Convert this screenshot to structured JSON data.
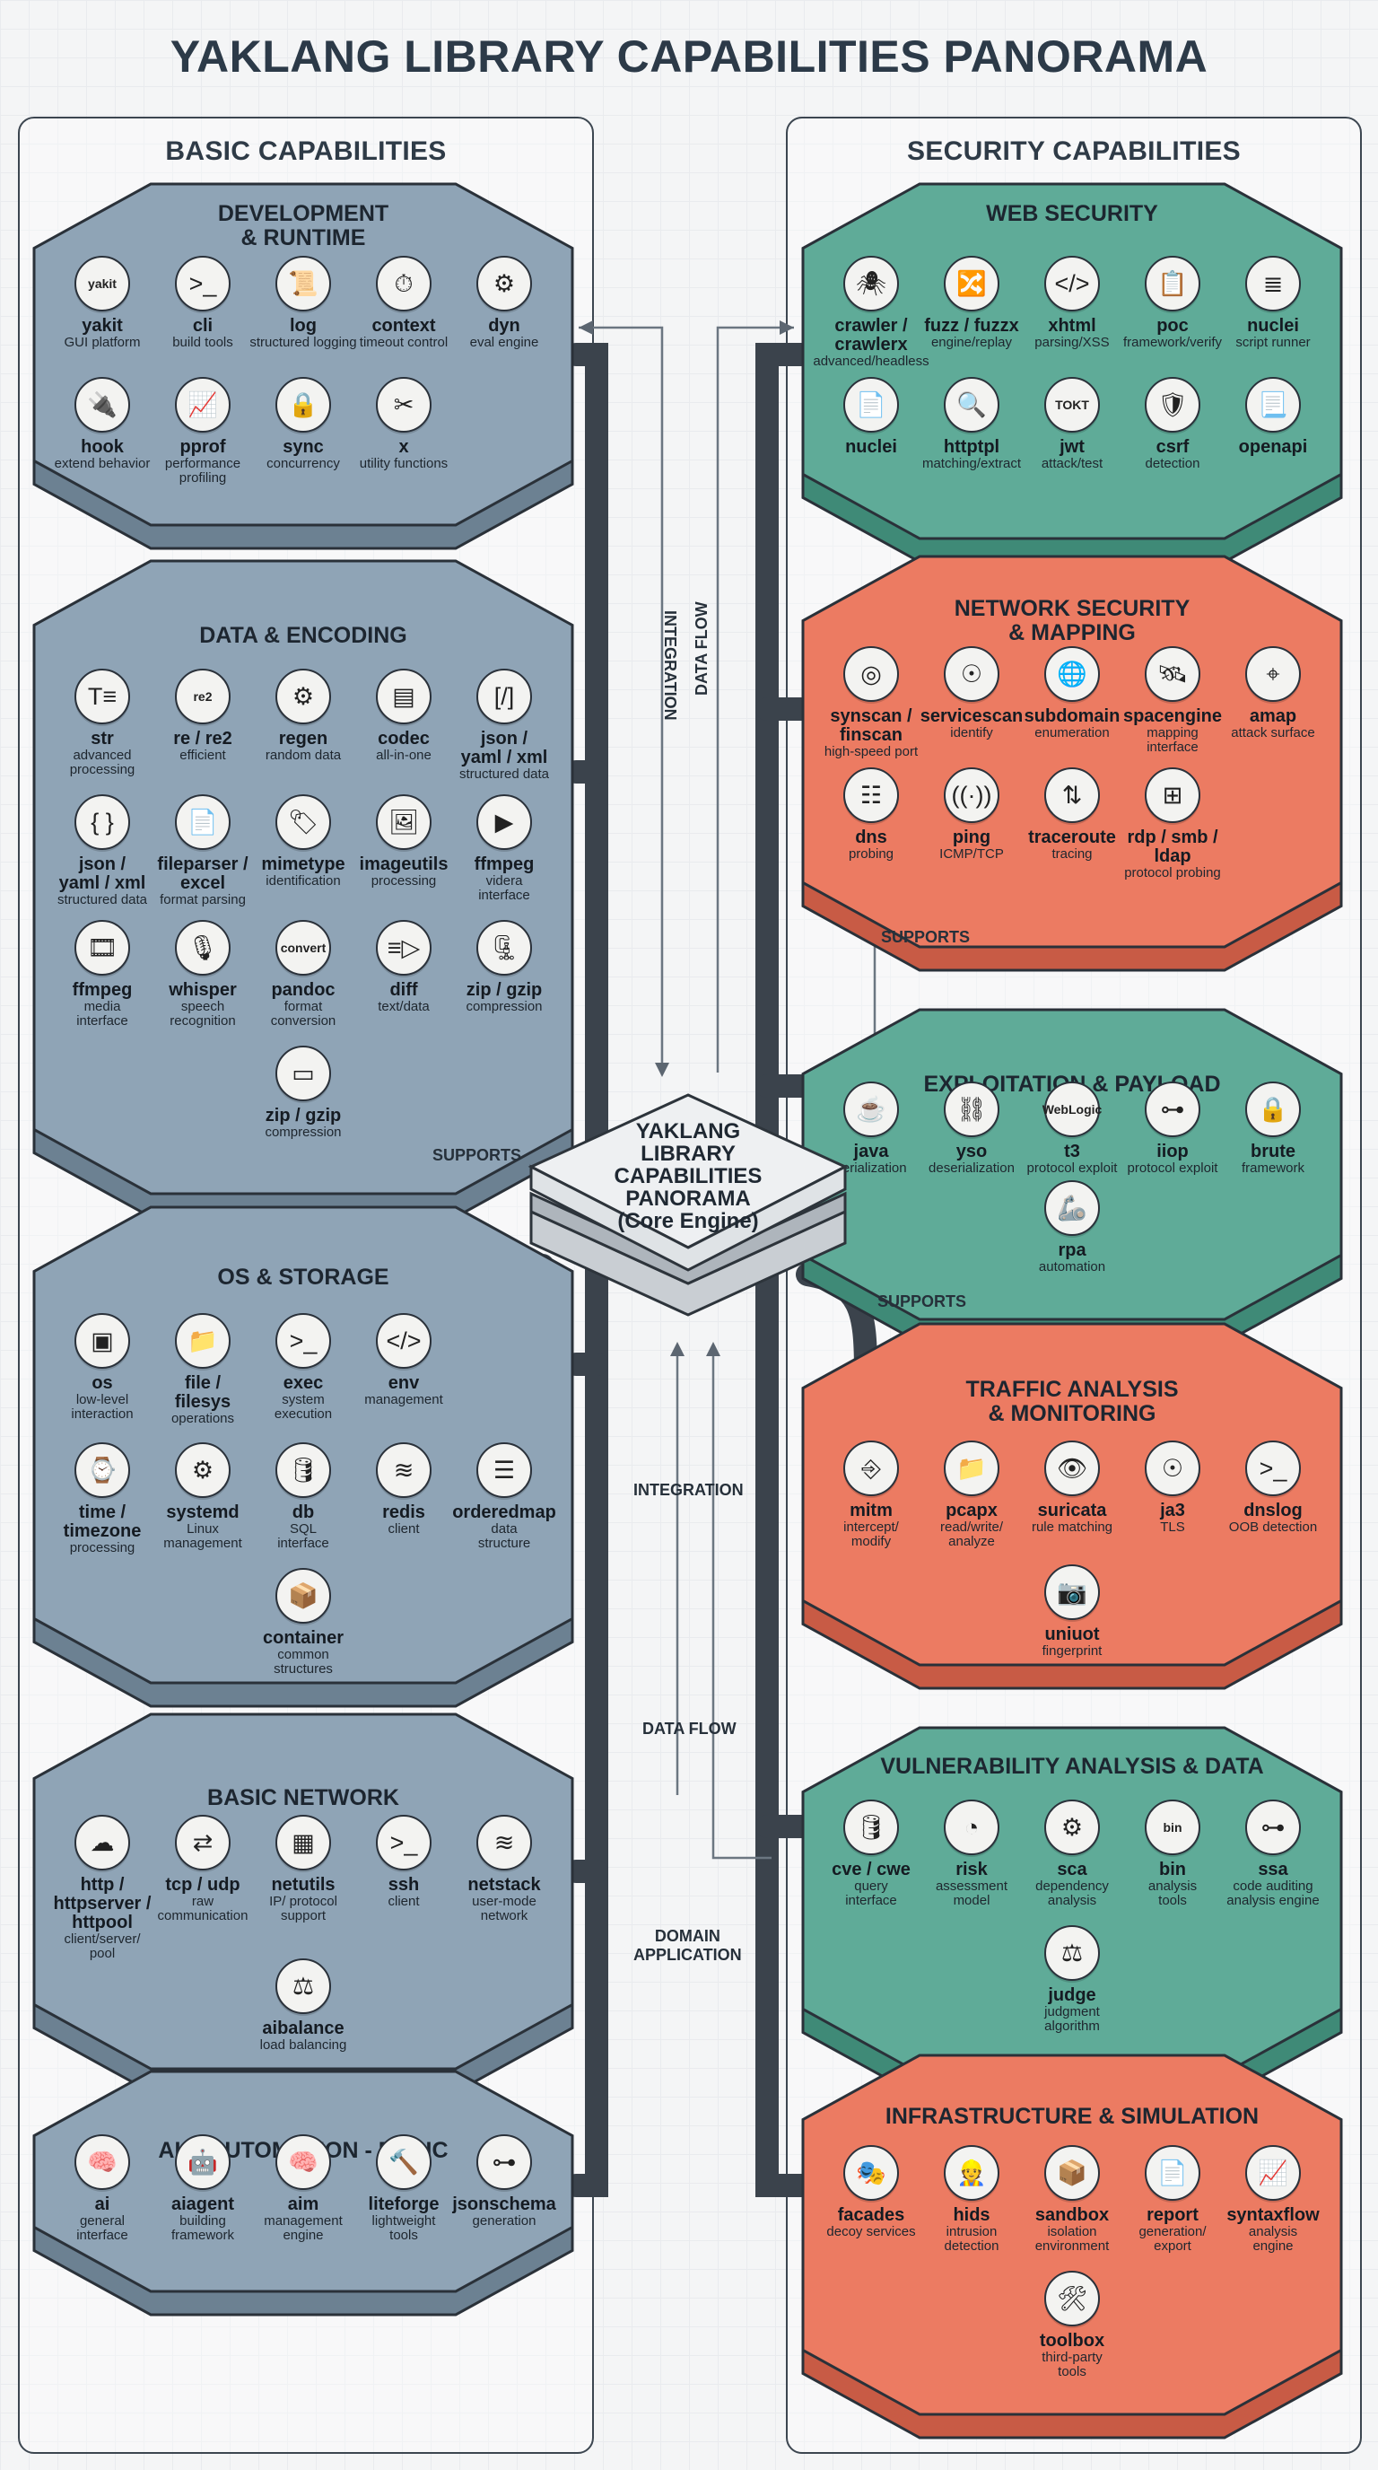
{
  "title": "YAKLANG LIBRARY CAPABILITIES PANORAMA",
  "panels": {
    "left": "BASIC CAPABILITIES",
    "right": "SECURITY CAPABILITIES"
  },
  "core": {
    "title": "YAKLANG\nLIBRARY\nCAPABILITIES\nPANORAMA\n(Core Engine)"
  },
  "flow_labels": {
    "data_flow_top": "DATA FLOW",
    "integration_top": "INTEGRATION",
    "supports_left": "SUPPORTS",
    "supports_right_top": "SUPPORTS",
    "supports_right": "SUPPORTS",
    "integration": "INTEGRATION",
    "data_flow": "DATA FLOW",
    "domain_application": "DOMAIN\nAPPLICATION"
  },
  "colors": {
    "gray": "#8fa4b6",
    "teal": "#5fab98",
    "coral": "#ec7b62"
  },
  "left_groups": [
    {
      "title": "DEVELOPMENT\n& RUNTIME",
      "color": "gray",
      "items": [
        {
          "icon": "yakit",
          "name": "yakit",
          "desc": "GUI platform"
        },
        {
          "icon": ">_",
          "name": "cli",
          "desc": "build tools"
        },
        {
          "icon": "📜",
          "name": "log",
          "desc": "structured logging"
        },
        {
          "icon": "⏱",
          "name": "context",
          "desc": "timeout control"
        },
        {
          "icon": "⚙",
          "name": "dyn",
          "desc": "eval engine"
        },
        {
          "icon": "🔌",
          "name": "hook",
          "desc": "extend behavior"
        },
        {
          "icon": "📈",
          "name": "pprof",
          "desc": "performance\nprofiling"
        },
        {
          "icon": "🔒",
          "name": "sync",
          "desc": "concurrency"
        },
        {
          "icon": "✂",
          "name": "x",
          "desc": "utility functions"
        }
      ]
    },
    {
      "title": "DATA & ENCODING",
      "color": "gray",
      "items": [
        {
          "icon": "T≡",
          "name": "str",
          "desc": "advanced\nprocessing"
        },
        {
          "icon": "re2",
          "name": "re / re2",
          "desc": "efficient"
        },
        {
          "icon": "⚙",
          "name": "regen",
          "desc": "random data"
        },
        {
          "icon": "▤",
          "name": "codec",
          "desc": "all-in-one"
        },
        {
          "icon": "[/]",
          "name": "json /\nyaml / xml",
          "desc": "structured data"
        },
        {
          "icon": "{ }",
          "name": "json /\nyaml / xml",
          "desc": "structured data"
        },
        {
          "icon": "📄",
          "name": "fileparser /\nexcel",
          "desc": "format parsing"
        },
        {
          "icon": "🏷",
          "name": "mimetype",
          "desc": "identification"
        },
        {
          "icon": "🖼",
          "name": "imageutils",
          "desc": "processing"
        },
        {
          "icon": "▶",
          "name": "ffmpeg",
          "desc": "videra\ninterface"
        },
        {
          "icon": "🎞",
          "name": "ffmpeg",
          "desc": "media\ninterface"
        },
        {
          "icon": "🎙",
          "name": "whisper",
          "desc": "speech\nrecognition"
        },
        {
          "icon": "convert",
          "name": "pandoc",
          "desc": "format\nconversion"
        },
        {
          "icon": "≡▷",
          "name": "diff",
          "desc": "text/data"
        },
        {
          "icon": "🗜",
          "name": "zip / gzip",
          "desc": "compression"
        },
        {
          "icon": "▭",
          "name": "zip / gzip",
          "desc": "compression"
        }
      ]
    },
    {
      "title": "OS & STORAGE",
      "color": "gray",
      "items": [
        {
          "icon": "▣",
          "name": "os",
          "desc": "low-level\ninteraction"
        },
        {
          "icon": "📁",
          "name": "file /\nfilesys",
          "desc": "operations"
        },
        {
          "icon": ">_",
          "name": "exec",
          "desc": "system\nexecution"
        },
        {
          "icon": "</>",
          "name": "env",
          "desc": "management"
        },
        {
          "icon": "⌚",
          "name": "time /\ntimezone",
          "desc": "processing"
        },
        {
          "icon": "⚙",
          "name": "systemd",
          "desc": "Linux\nmanagement"
        },
        {
          "icon": "🛢",
          "name": "db",
          "desc": "SQL\ninterface"
        },
        {
          "icon": "≋",
          "name": "redis",
          "desc": "client"
        },
        {
          "icon": "☰",
          "name": "orderedmap",
          "desc": "data\nstructure"
        },
        {
          "icon": "📦",
          "name": "container",
          "desc": "common\nstructures"
        }
      ]
    },
    {
      "title": "BASIC NETWORK",
      "color": "gray",
      "items": [
        {
          "icon": "☁",
          "name": "http /\nhttpserver /\nhttpool",
          "desc": "client/server/\npool"
        },
        {
          "icon": "⇄",
          "name": "tcp / udp",
          "desc": "raw\ncommunication"
        },
        {
          "icon": "▦",
          "name": "netutils",
          "desc": "IP/ protocol\nsupport"
        },
        {
          "icon": ">_",
          "name": "ssh",
          "desc": "client"
        },
        {
          "icon": "≋",
          "name": "netstack",
          "desc": "user-mode\nnetwork"
        },
        {
          "icon": "⚖",
          "name": "aibalance",
          "desc": "load balancing"
        }
      ]
    },
    {
      "title": "AI & AUTOMATION - BASIC",
      "color": "gray",
      "items": [
        {
          "icon": "🧠",
          "name": "ai",
          "desc": "general\ninterface"
        },
        {
          "icon": "🤖",
          "name": "aiagent",
          "desc": "building\nframework"
        },
        {
          "icon": "🧠",
          "name": "aim",
          "desc": "management\nengine"
        },
        {
          "icon": "🔨",
          "name": "liteforge",
          "desc": "lightweight\ntools"
        },
        {
          "icon": "⊶",
          "name": "jsonschema",
          "desc": "generation"
        }
      ]
    }
  ],
  "right_groups": [
    {
      "title": "WEB SECURITY",
      "color": "teal",
      "items": [
        {
          "icon": "🕷",
          "name": "crawler /\ncrawlerx",
          "desc": "advanced/headless"
        },
        {
          "icon": "🔀",
          "name": "fuzz / fuzzx",
          "desc": "engine/replay"
        },
        {
          "icon": "</>",
          "name": "xhtml",
          "desc": "parsing/XSS"
        },
        {
          "icon": "📋",
          "name": "poc",
          "desc": "framework/verify"
        },
        {
          "icon": "≣",
          "name": "nuclei",
          "desc": "script runner"
        },
        {
          "icon": "📄",
          "name": "nuclei",
          "desc": ""
        },
        {
          "icon": "🔍",
          "name": "httptpl",
          "desc": "matching/extract"
        },
        {
          "icon": "TOKT",
          "name": "jwt",
          "desc": "attack/test"
        },
        {
          "icon": "🛡",
          "name": "csrf",
          "desc": "detection"
        },
        {
          "icon": "📃",
          "name": "openapi",
          "desc": ""
        }
      ]
    },
    {
      "title": "NETWORK SECURITY\n& MAPPING",
      "color": "coral",
      "items": [
        {
          "icon": "◎",
          "name": "synscan /\nfinscan",
          "desc": "high-speed port"
        },
        {
          "icon": "☉",
          "name": "servicescan",
          "desc": "identify"
        },
        {
          "icon": "🌐",
          "name": "subdomain",
          "desc": "enumeration"
        },
        {
          "icon": "🛰",
          "name": "spacengine",
          "desc": "mapping\ninterface"
        },
        {
          "icon": "⌖",
          "name": "amap",
          "desc": "attack surface"
        },
        {
          "icon": "☷",
          "name": "dns",
          "desc": "probing"
        },
        {
          "icon": "((·))",
          "name": "ping",
          "desc": "ICMP/TCP"
        },
        {
          "icon": "⇅",
          "name": "traceroute",
          "desc": "tracing"
        },
        {
          "icon": "⊞",
          "name": "rdp / smb /\nldap",
          "desc": "protocol probing"
        }
      ]
    },
    {
      "title": "EXPLOITATION & PAYLOAD",
      "color": "teal",
      "items": [
        {
          "icon": "☕",
          "name": "java",
          "desc": "serialization"
        },
        {
          "icon": "⛓",
          "name": "yso",
          "desc": "deserialization"
        },
        {
          "icon": "WebLogic",
          "name": "t3",
          "desc": "protocol exploit"
        },
        {
          "icon": "⊶",
          "name": "iiop",
          "desc": "protocol exploit"
        },
        {
          "icon": "🔒",
          "name": "brute",
          "desc": "framework"
        },
        {
          "icon": "🦾",
          "name": "rpa",
          "desc": "automation"
        }
      ]
    },
    {
      "title": "TRAFFIC ANALYSIS\n& MONITORING",
      "color": "coral",
      "items": [
        {
          "icon": "⎆",
          "name": "mitm",
          "desc": "intercept/\nmodify"
        },
        {
          "icon": "📁",
          "name": "pcapx",
          "desc": "read/write/\nanalyze"
        },
        {
          "icon": "👁",
          "name": "suricata",
          "desc": "rule matching"
        },
        {
          "icon": "☉",
          "name": "ja3",
          "desc": "TLS"
        },
        {
          "icon": ">_",
          "name": "dnslog",
          "desc": "OOB detection"
        },
        {
          "icon": "📷",
          "name": "uniuot",
          "desc": "fingerprint"
        }
      ]
    },
    {
      "title": "VULNERABILITY ANALYSIS & DATA",
      "color": "teal",
      "items": [
        {
          "icon": "🛢",
          "name": "cve / cwe",
          "desc": "query\ninterface"
        },
        {
          "icon": "◔",
          "name": "risk",
          "desc": "assessment\nmodel"
        },
        {
          "icon": "⚙",
          "name": "sca",
          "desc": "dependency\nanalysis"
        },
        {
          "icon": "bin",
          "name": "bin",
          "desc": "analysis\ntools"
        },
        {
          "icon": "⊶",
          "name": "ssa",
          "desc": "code auditing\nanalysis engine"
        },
        {
          "icon": "⚖",
          "name": "judge",
          "desc": "judgment\nalgorithm"
        }
      ]
    },
    {
      "title": "INFRASTRUCTURE & SIMULATION",
      "color": "coral",
      "items": [
        {
          "icon": "🎭",
          "name": "facades",
          "desc": "decoy services"
        },
        {
          "icon": "👷",
          "name": "hids",
          "desc": "intrusion\ndetection"
        },
        {
          "icon": "📦",
          "name": "sandbox",
          "desc": "isolation\nenvironment"
        },
        {
          "icon": "📄",
          "name": "report",
          "desc": "generation/\nexport"
        },
        {
          "icon": "📈",
          "name": "syntaxflow",
          "desc": "analysis\nengine"
        },
        {
          "icon": "🛠",
          "name": "toolbox",
          "desc": "third-party\ntools"
        }
      ]
    }
  ]
}
